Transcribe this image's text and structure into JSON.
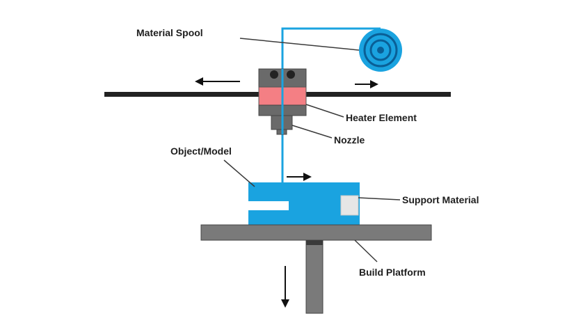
{
  "labels": {
    "material_spool": "Material Spool",
    "heater_element": "Heater Element",
    "nozzle": "Nozzle",
    "object_model": "Object/Model",
    "support_material": "Support Material",
    "build_platform": "Build Platform"
  },
  "colors": {
    "filament": "#1aa3e0",
    "object": "#1aa3e0",
    "heater": "#f47f84",
    "extruder_body": "#6a6a6a",
    "rail": "#222222",
    "platform": "#7a7a7a",
    "support": "#e6e6e6",
    "leader_lines": "#3a3a3a"
  }
}
